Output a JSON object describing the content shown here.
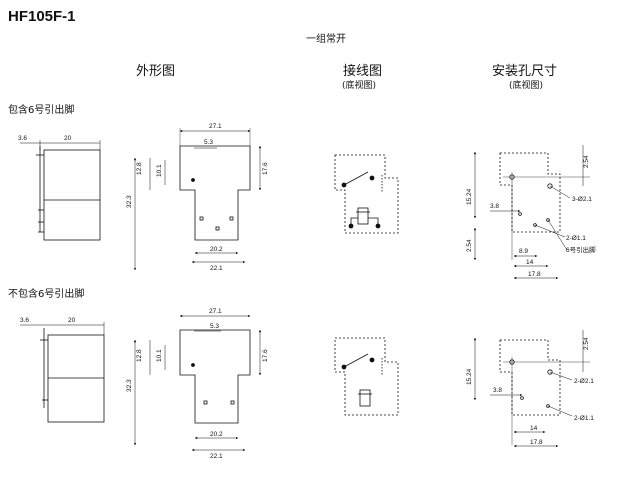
{
  "title": "HF105F-1",
  "subtitle": "一组常开",
  "headers": {
    "outline": "外形图",
    "wiring": "接线图",
    "wiring_note": "(底视图)",
    "mounting": "安装孔尺寸",
    "mounting_note": "(底视图)"
  },
  "rows": [
    {
      "label": "包含6号引出脚"
    },
    {
      "label": "不包含6号引出脚"
    }
  ],
  "dims": {
    "side_a": "3.6",
    "side_b": "20",
    "top_w": "27.1",
    "top_a": "5.3",
    "top_b": "12.8",
    "top_c": "10.1",
    "top_h": "32.3",
    "top_r": "17.6",
    "bot_a": "20.2",
    "bot_b": "22.1",
    "m_254": "2.54",
    "m_1524": "15.24",
    "m_38": "3.8",
    "m_89": "8.9",
    "m_14": "14",
    "m_178": "17.8",
    "hole_3": "3-Ø2.1",
    "hole_2a": "2-Ø1.1",
    "hole_pin6": "6号引出脚",
    "hole_2b": "2-Ø2.1",
    "hole_2c": "2-Ø1.1"
  }
}
